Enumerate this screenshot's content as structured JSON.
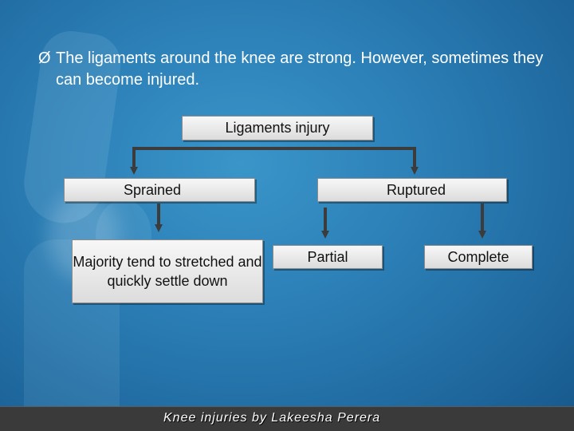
{
  "slide": {
    "bullet_symbol": "Ø",
    "heading": "The ligaments around the knee are strong. However, sometimes they can become injured."
  },
  "diagram": {
    "root": "Ligaments injury",
    "sprained": "Sprained",
    "ruptured": "Ruptured",
    "majority": "Majority tend to stretched and quickly settle down",
    "partial": "Partial",
    "complete": "Complete"
  },
  "footer": {
    "text": "Knee injuries by  Lakeesha Perera"
  },
  "colors": {
    "background": "#2b7fb6",
    "box_fill": "#e8e8e8",
    "connector": "#3c3c3c",
    "footer_bar": "#3a3a3a"
  }
}
